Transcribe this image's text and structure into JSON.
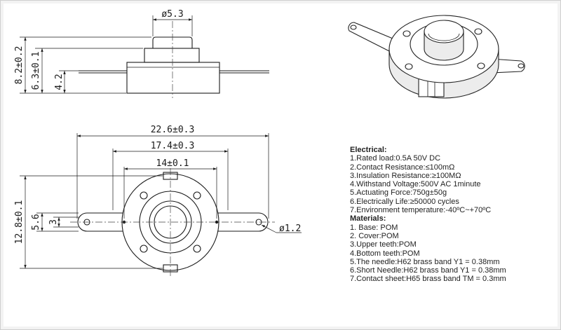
{
  "dimensions": {
    "d_button": "ø5.3",
    "h_total": "8.2±0.2",
    "h_body": "6.3±0.1",
    "h_lead": "4.2",
    "w_overall": "22.6±0.3",
    "w_holes": "17.4±0.3",
    "w_body": "14±0.1",
    "h_plate": "12.8±0.1",
    "h_tab": "5.6",
    "h_tab_inner": "3",
    "d_hole": "ø1.2"
  },
  "specs": {
    "electrical_title": "Electrical:",
    "electrical": [
      "1.Rated load:0.5A 50V DC",
      "2.Contact Resistance:≤100mΩ",
      "3.Insulation Resistance:≥100MΩ",
      "4.Withstand Voltage:500V AC 1minute",
      "5.Actuating Force:750g±50g",
      "6.Electrically Life:≥50000 cycles",
      "7.Environment temperature:-40ºC~+70ºC"
    ],
    "materials_title": "Materials:",
    "materials": [
      "1. Base: POM",
      "2. Cover:POM",
      "3.Upper teeth:POM",
      "4.Bottom teeth:POM",
      "5.The needle:H62 brass band Y1 = 0.38mm",
      "6.Short Needle:H62 brass band Y1 = 0.38mm",
      "7.Contact sheet:H65 brass band TM = 0.3mm"
    ]
  }
}
